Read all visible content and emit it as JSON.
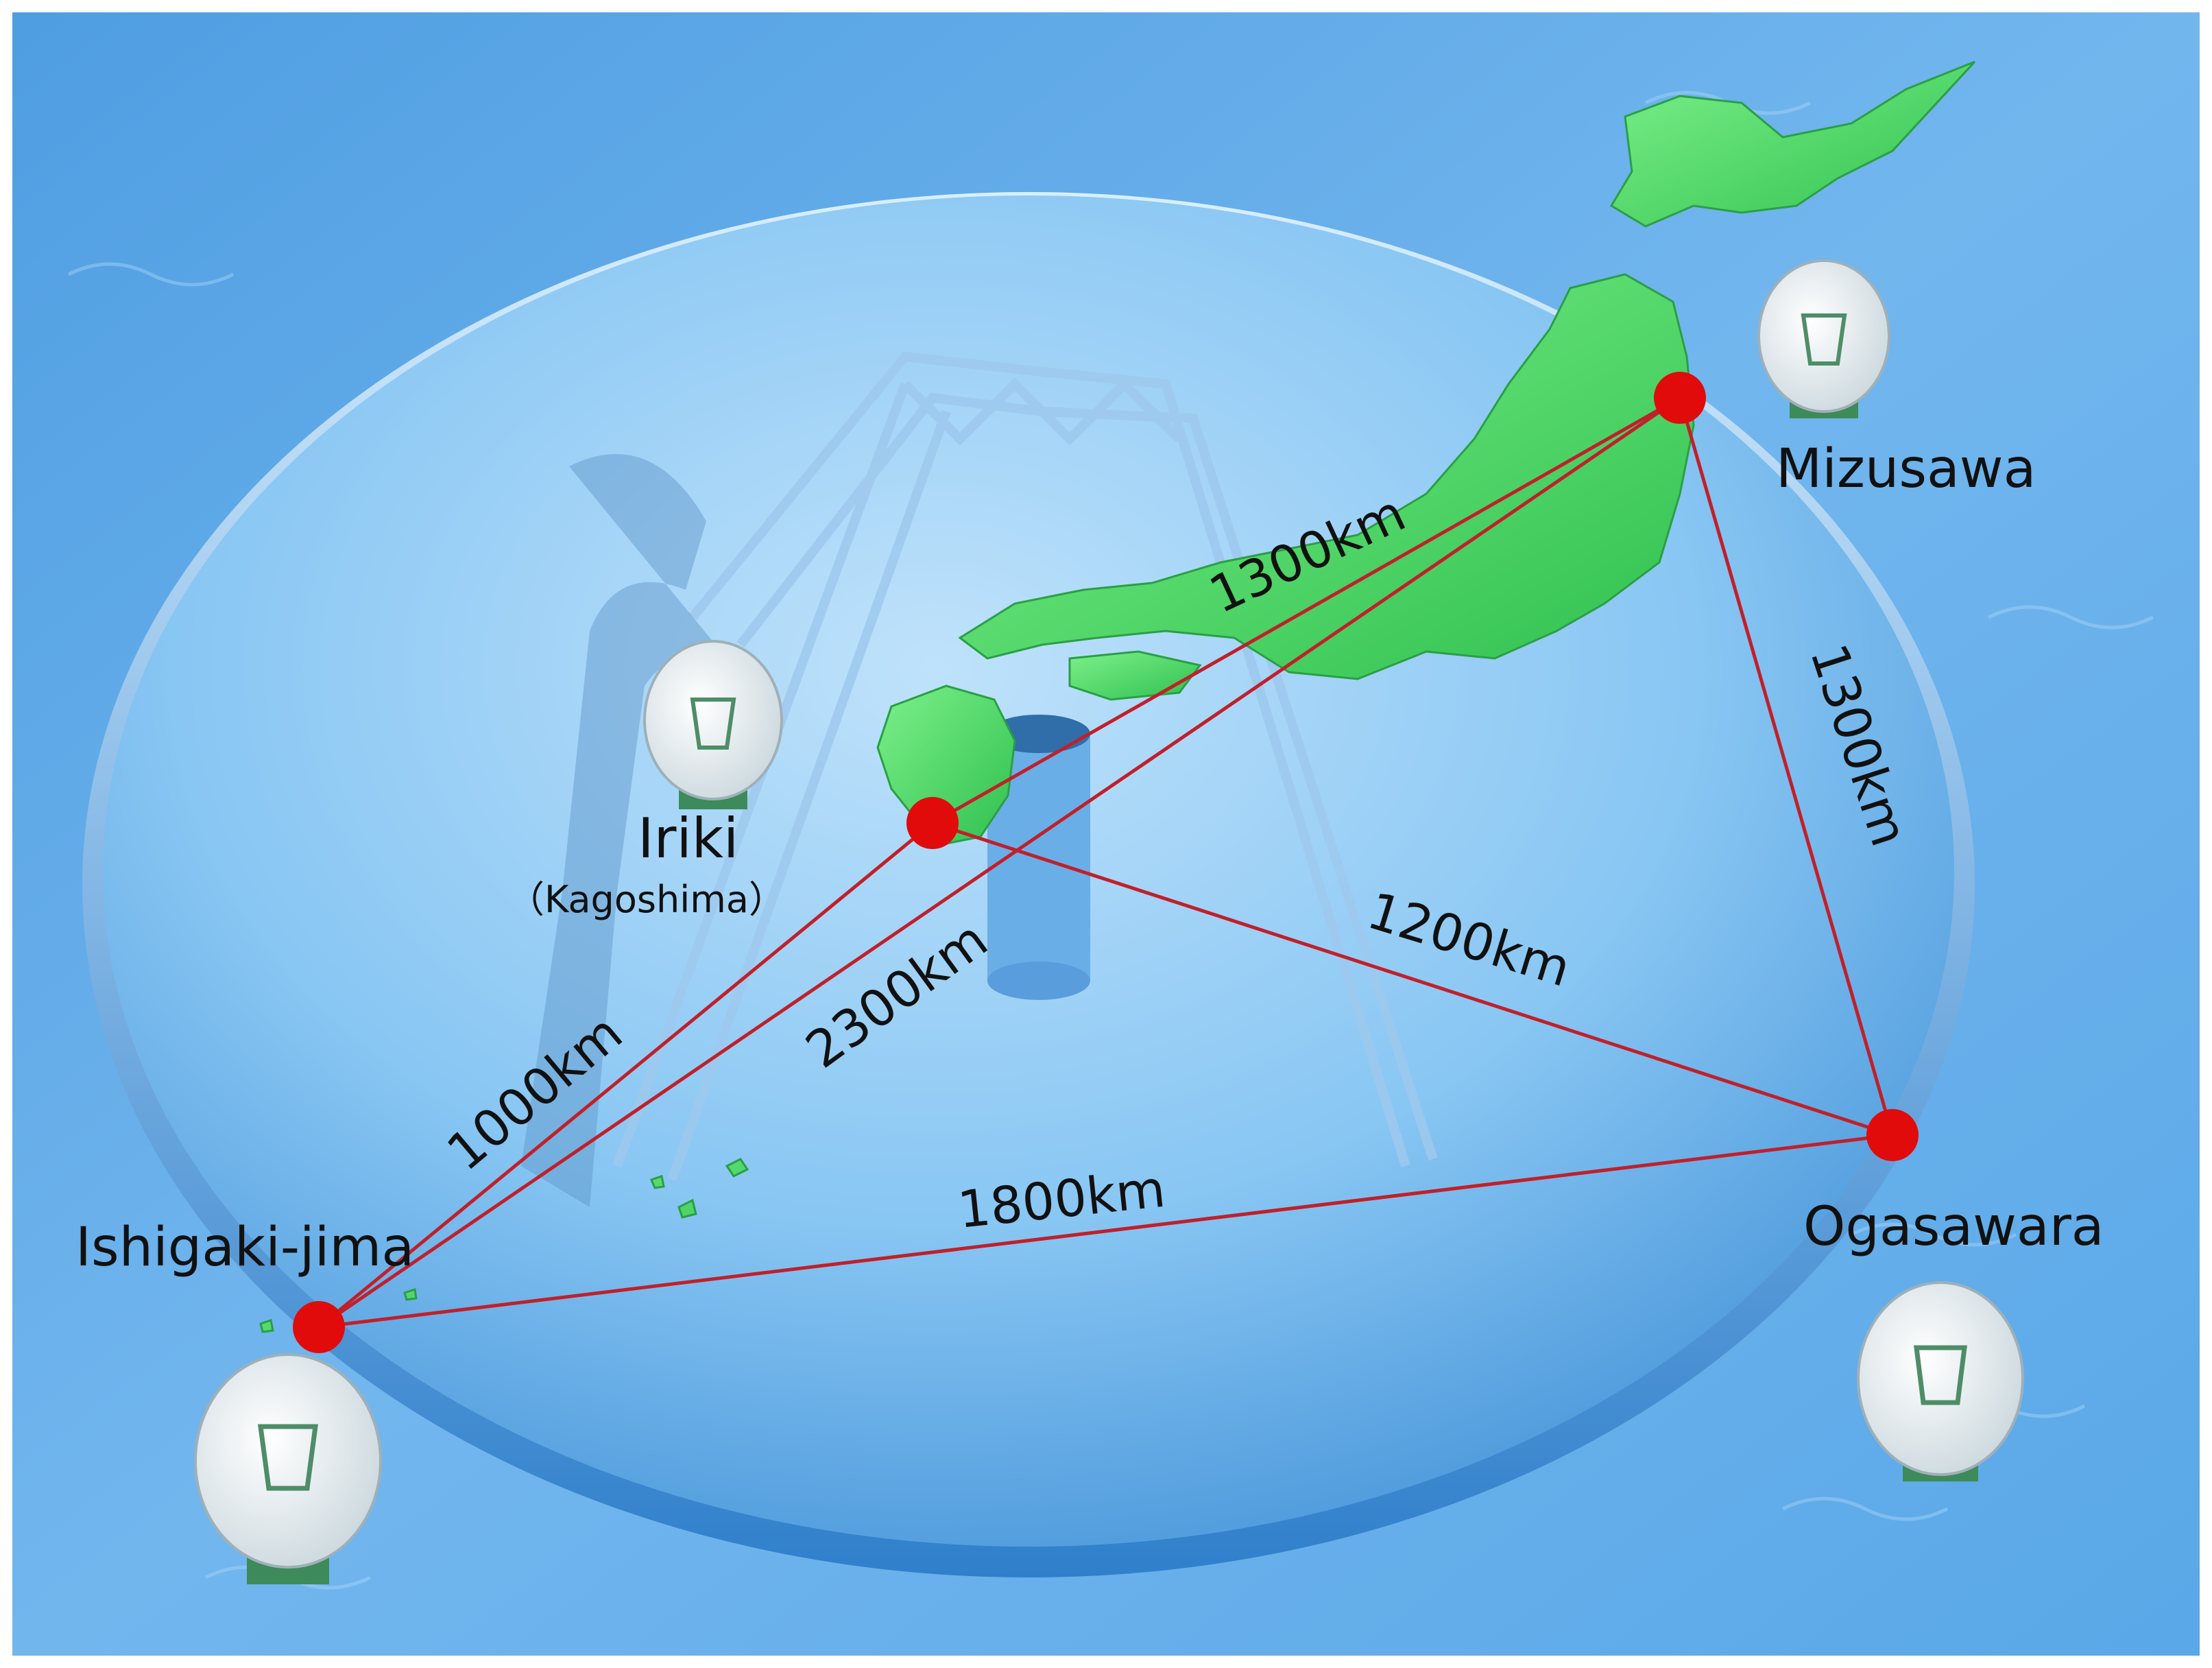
{
  "stations": {
    "mizusawa": {
      "name": "Mizusawa"
    },
    "iriki": {
      "name": "Iriki",
      "sub": "（Kagoshima）"
    },
    "ogasawara": {
      "name": "Ogasawara"
    },
    "ishigaki": {
      "name": "Ishigaki-jima"
    }
  },
  "baselines": {
    "iriki_mizusawa": "1300km",
    "mizusawa_ogasawara": "1300km",
    "iriki_ogasawara": "1200km",
    "ishigaki_mizusawa": "2300km",
    "ishigaki_iriki": "1000km",
    "ishigaki_ogasawara": "1800km"
  },
  "colors": {
    "ocean": "#5aa7e6",
    "dish": "#7fbdf0",
    "land": "#4fd96a",
    "station_dot": "#e10b0b",
    "baseline": "#c0202a"
  }
}
